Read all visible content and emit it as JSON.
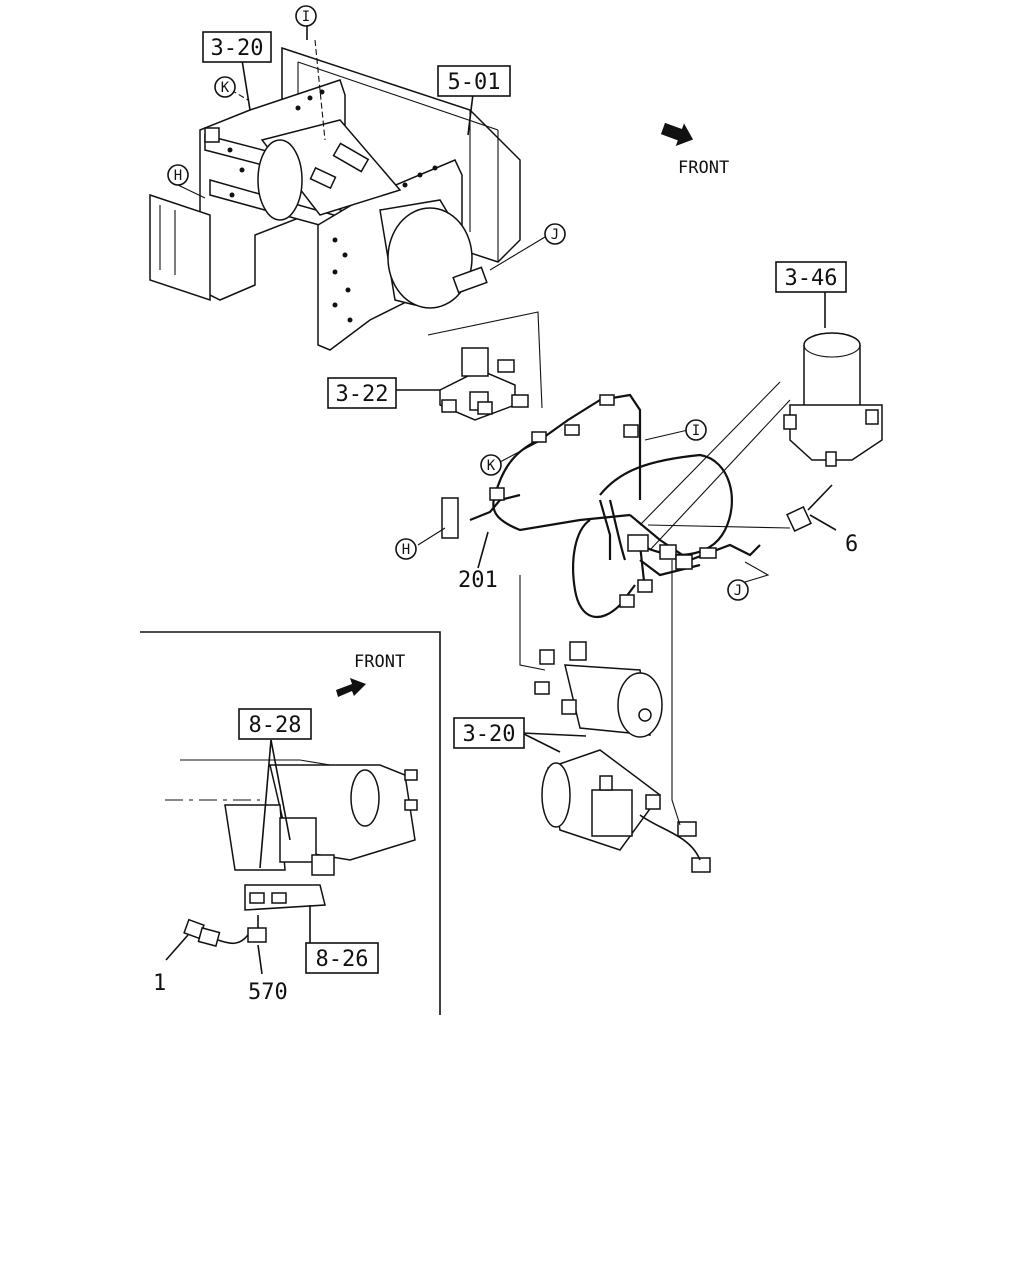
{
  "callouts": {
    "tank_assembly_top": "3-20",
    "frame": "5-01",
    "dryer": "3-46",
    "valve": "3-22",
    "tank_assembly_bottom": "3-20",
    "inset_upper": "8-28",
    "inset_lower": "8-26"
  },
  "part_numbers": {
    "harness": "201",
    "sensor": "6",
    "connector": "1",
    "sub_harness": "570"
  },
  "connection_markers": {
    "i_top": "I",
    "k_top": "K",
    "h_top": "H",
    "j_top": "J",
    "i_mid": "I",
    "k_mid": "K",
    "h_mid": "H",
    "j_mid": "J"
  },
  "front_labels": {
    "main": "FRONT",
    "inset": "FRONT"
  }
}
